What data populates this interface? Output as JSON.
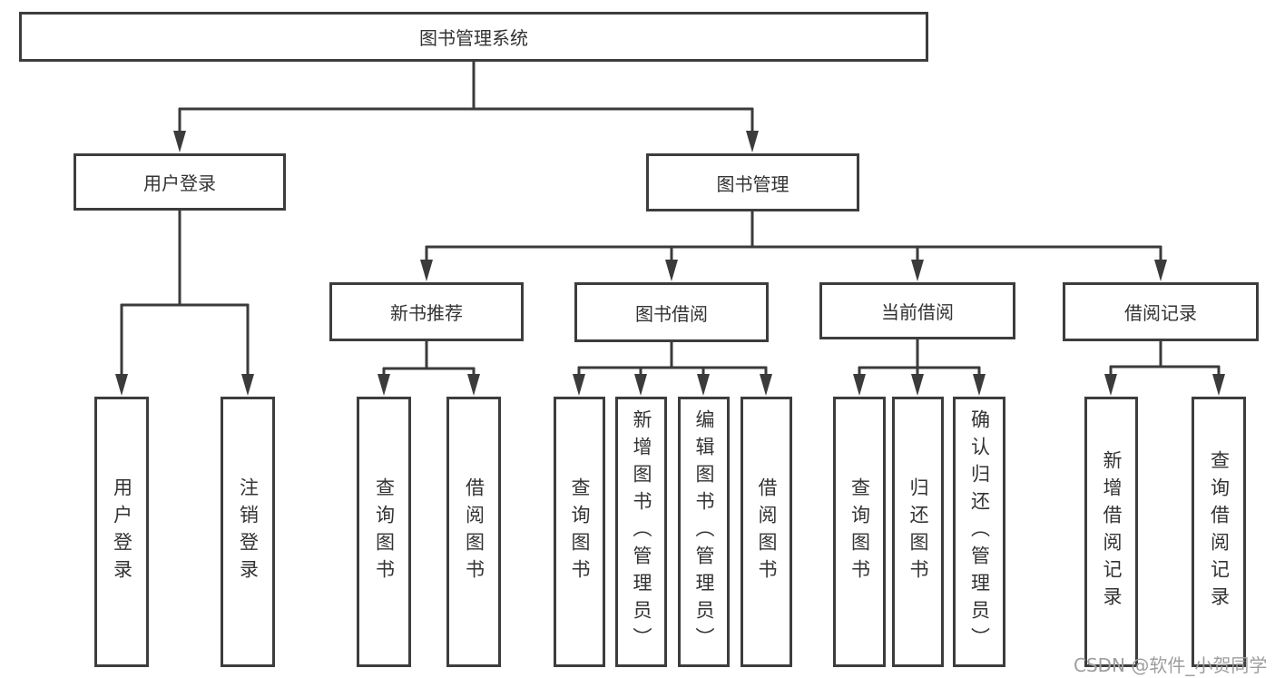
{
  "diagram": {
    "root": {
      "label": "图书管理系统"
    },
    "branches": [
      {
        "label": "用户登录",
        "children": [
          {
            "label": "用户登录"
          },
          {
            "label": "注销登录"
          }
        ]
      },
      {
        "label": "图书管理",
        "children": [
          {
            "label": "新书推荐",
            "children": [
              {
                "label": "查询图书"
              },
              {
                "label": "借阅图书"
              }
            ]
          },
          {
            "label": "图书借阅",
            "children": [
              {
                "label": "查询图书"
              },
              {
                "label": "新增图书（管理员）"
              },
              {
                "label": "编辑图书（管理员）"
              },
              {
                "label": "借阅图书"
              }
            ]
          },
          {
            "label": "当前借阅",
            "children": [
              {
                "label": "查询图书"
              },
              {
                "label": "归还图书"
              },
              {
                "label": "确认归还（管理员）"
              }
            ]
          },
          {
            "label": "借阅记录",
            "children": [
              {
                "label": "新增借阅记录"
              },
              {
                "label": "查询借阅记录"
              }
            ]
          }
        ]
      }
    ]
  },
  "watermark": {
    "text": "CSDN @软件_小贺同学"
  },
  "colors": {
    "line": "#3b3b3b",
    "box_border": "#3d3d3d",
    "text": "#333333",
    "background": "#ffffff",
    "watermark": "#9e9e9e"
  }
}
